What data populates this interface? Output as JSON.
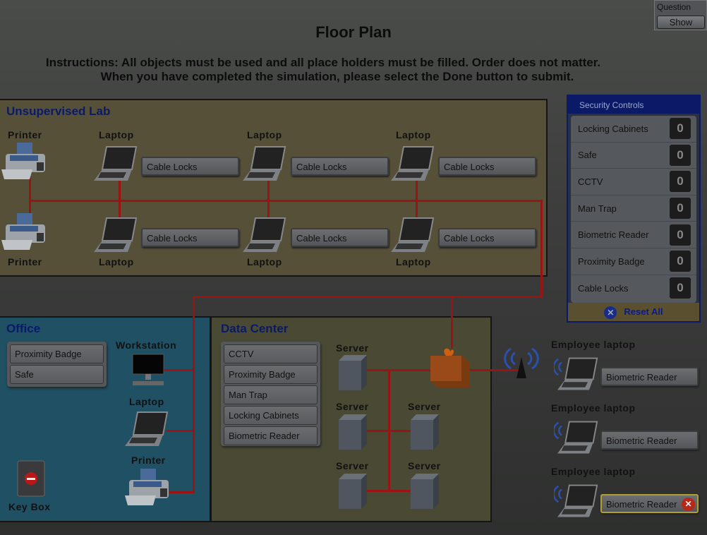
{
  "title": "Floor Plan",
  "instructions": [
    "Instructions: All objects must be used and all place holders must be filled. Order does not matter.",
    "When you have completed the simulation, please select the Done button to submit."
  ],
  "question": {
    "label": "Question",
    "button": "Show"
  },
  "lab": {
    "name": "Unsupervised Lab",
    "printer_label": "Printer",
    "laptop_label": "Laptop",
    "slots": [
      "Cable Locks",
      "Cable Locks",
      "Cable Locks",
      "Cable Locks",
      "Cable Locks",
      "Cable Locks"
    ]
  },
  "office": {
    "name": "Office",
    "slots": [
      "Proximity Badge",
      "Safe"
    ],
    "workstation": "Workstation",
    "laptop": "Laptop",
    "printer": "Printer",
    "keybox": "Key Box"
  },
  "datacenter": {
    "name": "Data Center",
    "slots": [
      "CCTV",
      "Proximity Badge",
      "Man Trap",
      "Locking Cabinets",
      "Biometric Reader"
    ],
    "server_label": "Server"
  },
  "security_controls": {
    "title": "Security Controls",
    "items": [
      {
        "label": "Locking Cabinets",
        "count": "0"
      },
      {
        "label": "Safe",
        "count": "0"
      },
      {
        "label": "CCTV",
        "count": "0"
      },
      {
        "label": "Man Trap",
        "count": "0"
      },
      {
        "label": "Biometric Reader",
        "count": "0"
      },
      {
        "label": "Proximity Badge",
        "count": "0"
      },
      {
        "label": "Cable Locks",
        "count": "0"
      }
    ],
    "reset": "Reset All"
  },
  "employee": {
    "label": "Employee laptop",
    "slots": [
      "Biometric Reader",
      "Biometric Reader",
      "Biometric Reader"
    ]
  },
  "colors": {
    "wire": "#9a1414",
    "lab": "#575039",
    "office": "#1f5064",
    "datacenter": "#4a4a34"
  }
}
